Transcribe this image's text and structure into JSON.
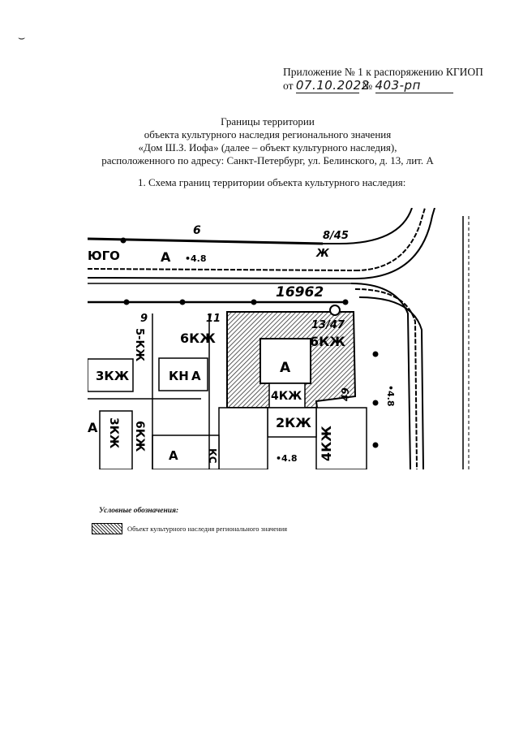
{
  "corner_mark": "⌣",
  "header": {
    "line1": "Приложение № 1 к распоряжению КГИОП",
    "from": "от",
    "date": "07.10.2022",
    "num_sign": "№",
    "number": "403-рп"
  },
  "title": {
    "line1": "Границы территории",
    "line2": "объекта культурного наследия регионального значения",
    "line3": "«Дом Ш.З. Иофа» (далее – объект культурного наследия),",
    "line4": "расположенного по адресу: Санкт-Петербург, ул. Белинского, д. 13, лит. А"
  },
  "section": "1.   Схема границ территории объекта культурного наследия:",
  "map": {
    "labels": {
      "street": "ЮГО",
      "a1": "А",
      "elev1": "•4.8",
      "n6": "6",
      "n845": "8/45",
      "zh": "Ж",
      "parcel": "16962",
      "n9": "9",
      "n11": "11",
      "k6a": "6КЖ",
      "n1347": "13/47",
      "k6b": "6КЖ",
      "k5": "5-КЖ",
      "k3a": "3КЖ",
      "kn": "КН",
      "a2": "А",
      "a_obj": "А",
      "k4a": "4КЖ",
      "elev2": "•4.8",
      "n49": "49",
      "k2": "2КЖ",
      "k4b": "4КЖ",
      "a3": "А",
      "k3b": "3КЖ",
      "k6c": "6КЖ",
      "a4": "А",
      "ks": "КС",
      "elev3": "•4.8"
    }
  },
  "legend": {
    "heading": "Условные обозначения:",
    "item": "Объект культурного наследия регионального значения"
  }
}
